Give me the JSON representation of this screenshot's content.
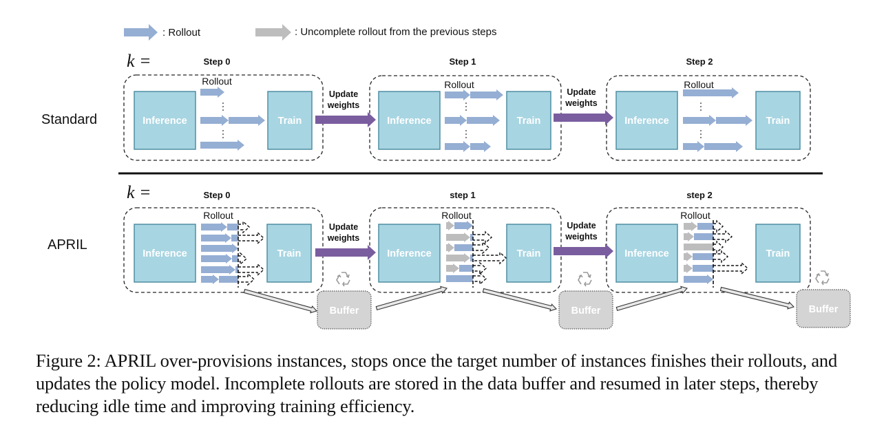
{
  "legend": {
    "rollout_label": ": Rollout",
    "uncomplete_label": ": Uncomplete rollout from the previous steps"
  },
  "colors": {
    "rollout": "#95aed3",
    "uncomplete": "#bdbdbd",
    "box_fill": "#a8d5e2",
    "box_stroke": "#4f8ea3",
    "update_arrow": "#7a5d9f",
    "buffer_fill": "#d4d4d4"
  },
  "k_label": "k =",
  "rows": {
    "standard": {
      "label": "Standard",
      "steps": [
        {
          "title": "Step 0",
          "rollout_label": "Rollout",
          "inference_label": "Inference",
          "train_label": "Train"
        },
        {
          "title": "Step 1",
          "rollout_label": "Rollout",
          "inference_label": "Inference",
          "train_label": "Train"
        },
        {
          "title": "Step 2",
          "rollout_label": "Rollout",
          "inference_label": "Inference",
          "train_label": "Train"
        }
      ],
      "update_labels": [
        [
          "Update",
          "weights"
        ],
        [
          "Update",
          "weights"
        ]
      ]
    },
    "april": {
      "label": "APRIL",
      "steps": [
        {
          "title": "Step 0",
          "rollout_label": "Rollout",
          "inference_label": "Inference",
          "train_label": "Train"
        },
        {
          "title": "step 1",
          "rollout_label": "Rollout",
          "inference_label": "Inference",
          "train_label": "Train"
        },
        {
          "title": "step 2",
          "rollout_label": "Rollout",
          "inference_label": "Inference",
          "train_label": "Train"
        }
      ],
      "update_labels": [
        [
          "Update",
          "weights"
        ],
        [
          "Update",
          "weights"
        ]
      ],
      "buffer_label": "Buffer"
    }
  },
  "caption": "Figure 2: APRIL over-provisions instances, stops once the target number of instances finishes their rollouts, and updates the policy model. Incomplete rollouts are stored in the data buffer and resumed in later steps, thereby reducing idle time and improving training efficiency."
}
